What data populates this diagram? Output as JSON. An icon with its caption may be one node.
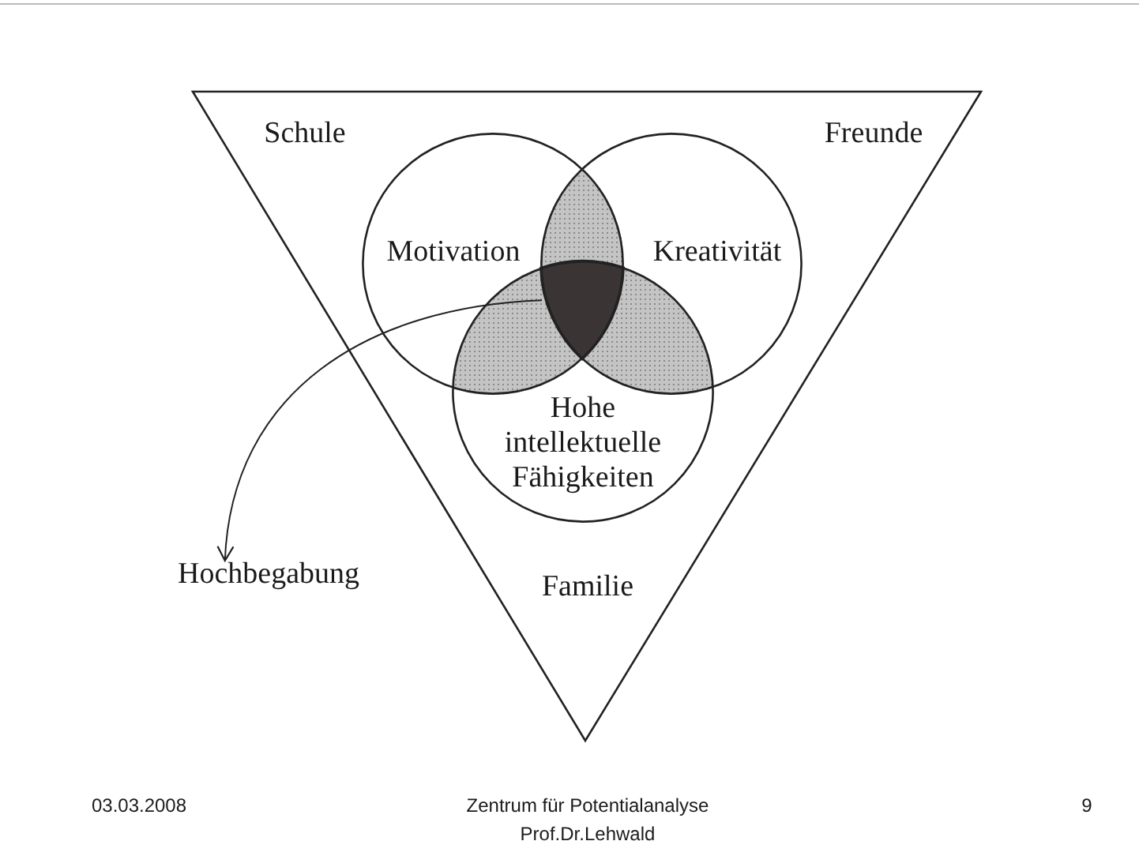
{
  "diagram": {
    "nodes": [
      {
        "text": [
          "Schule",
          "Freunde",
          "Familie"
        ]
      },
      {
        "text": [
          "Motivation"
        ],
        "in": 0
      },
      {
        "text": [
          "Kreativität"
        ],
        "in": 0
      },
      {
        "text": [
          "Hohe intellektuelle Fähigkeiten"
        ],
        "in": 0
      },
      {
        "text": [],
        "shape": "triangle"
      },
      {
        "text": [
          "Hochbegabung"
        ]
      }
    ],
    "edges": [
      {
        "from": 4,
        "to": 5,
        "arrow": "to"
      }
    ],
    "labels": [
      "03.03.2008",
      "Zentrum für Potentialanalyse Prof.Dr.Lehwald",
      "9"
    ]
  }
}
